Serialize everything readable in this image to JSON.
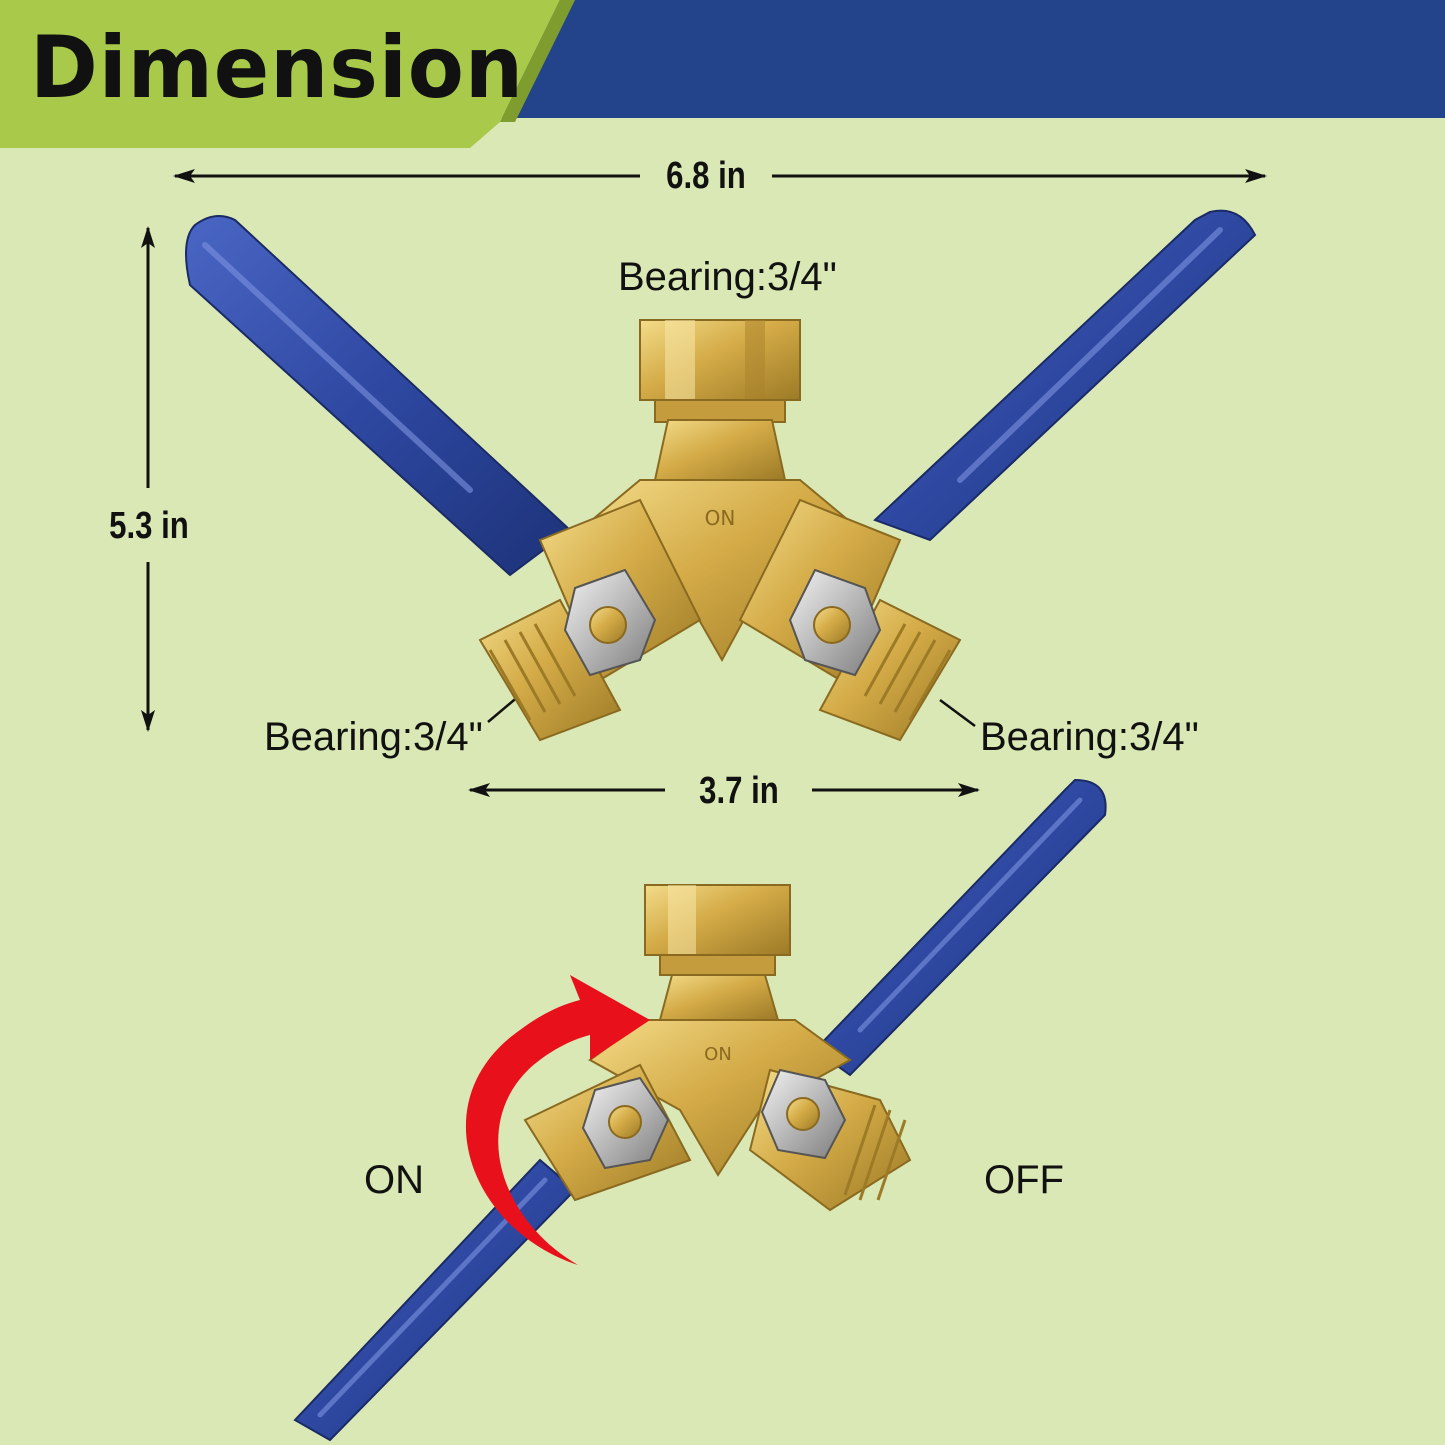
{
  "banner": {
    "title": "Dimension",
    "accent_color": "#a8c94a",
    "bar_color": "#23448a"
  },
  "dimensions": {
    "width": "6.8 in",
    "height": "5.3 in",
    "outlet_spacing": "3.7 in"
  },
  "callouts": {
    "top": "Bearing:3/4\"",
    "left": "Bearing:3/4\"",
    "right": "Bearing:3/4\""
  },
  "valve_marking": "ON",
  "states": {
    "on": "ON",
    "off": "OFF"
  },
  "colors": {
    "background": "#d9e8b4",
    "handle": "#2f49a3",
    "brass": "#d8b24c",
    "arrow": "#e8101a"
  }
}
